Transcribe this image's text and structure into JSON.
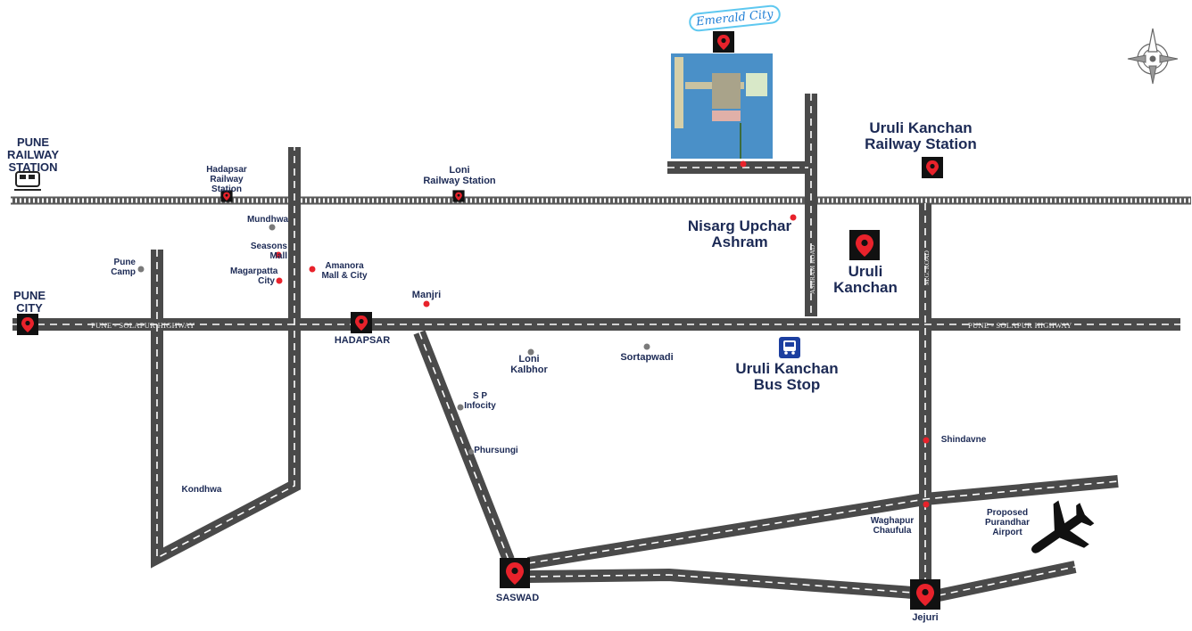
{
  "brand": {
    "name": "Emerald City"
  },
  "colors": {
    "road": "#4a4a4a",
    "road_dash": "#ffffff",
    "rail": "#5a5a5a",
    "marker": "#e8222b",
    "text": "#1c2a55",
    "water": "#4a90c8"
  },
  "icons": [
    "compass-rose-icon",
    "train-icon",
    "bus-icon",
    "airplane-icon",
    "map-pin-icon"
  ],
  "highways": {
    "west": "PUNE - SOLAPUR HIGHWAY",
    "east": "PUNE - SOLAPUR HIGHWAY"
  },
  "road_labels": {
    "ashram": "ASHRAM ROAD",
    "mg": "M.G. ROAD"
  },
  "places": {
    "pune_railway_station": "PUNE\nRAILWAY\nSTATION",
    "pune_city": "PUNE\nCITY",
    "hadapsar_railway_station": "Hadapsar\nRailway\nStation",
    "loni_railway_station": "Loni\nRailway Station",
    "mundhwa": "Mundhwa",
    "seasons_mall": "Seasons\nMall",
    "magarpatta_city": "Magarpatta\nCity",
    "amanora": "Amanora\nMall & City",
    "pune_camp": "Pune\nCamp",
    "hadapsar": "HADAPSAR",
    "manjri": "Manjri",
    "loni_kalbhor": "Loni\nKalbhor",
    "sortapwadi": "Sortapwadi",
    "sp_infocity": "S P\nInfocity",
    "phursungi": "Phursungi",
    "kondhwa": "Kondhwa",
    "saswad": "SASWAD",
    "jejuri": "Jejuri",
    "shindavne": "Shindavne",
    "waghapur_chaufula": "Waghapur\nChaufula",
    "proposed_airport": "Proposed\nPurandhar\nAirport",
    "nisarg_upchar_ashram": "Nisarg Upchar\nAshram",
    "uruli_kanchan": "Uruli\nKanchan",
    "uruli_kanchan_railway_station": "Uruli Kanchan\nRailway Station",
    "uruli_kanchan_bus_stop": "Uruli Kanchan\nBus Stop"
  }
}
